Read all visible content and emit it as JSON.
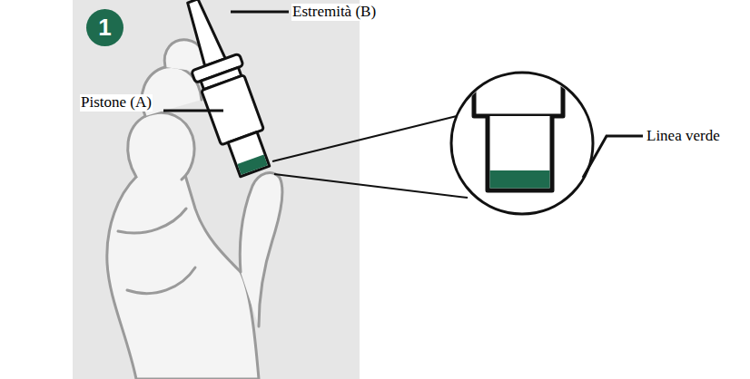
{
  "diagram": {
    "nodes": [
      {
        "text": [
          "1"
        ]
      }
    ],
    "labels": [
      "Estremità (B)",
      "Pistone (A)",
      "Linea verde"
    ]
  }
}
